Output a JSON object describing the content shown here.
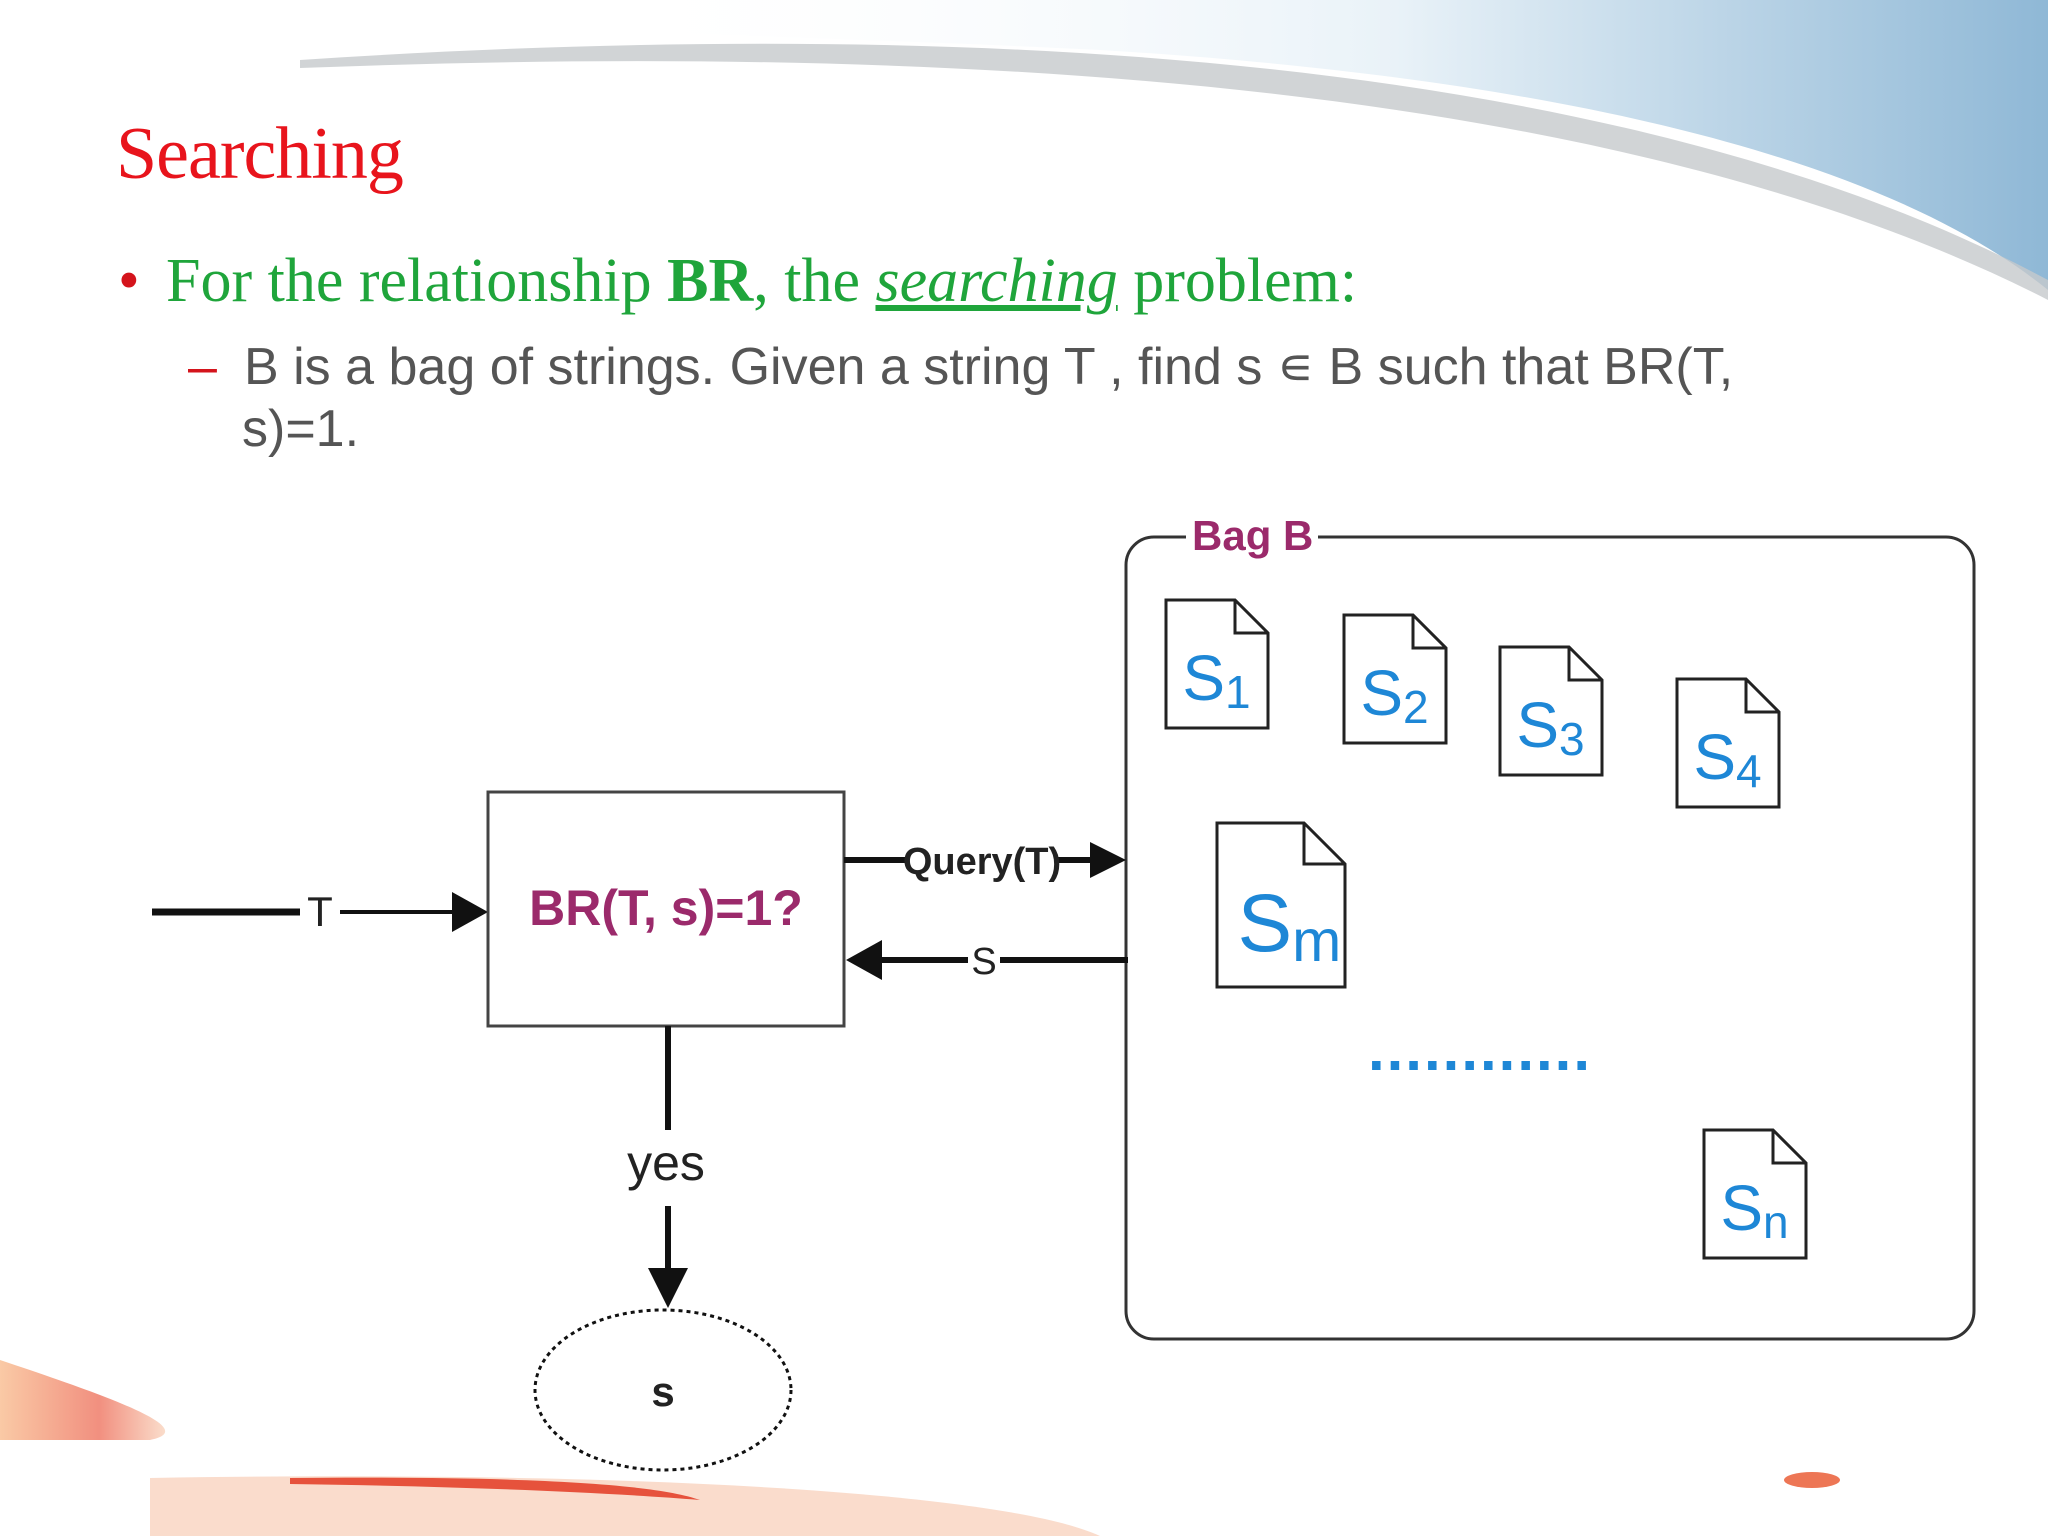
{
  "slide": {
    "title": "Searching",
    "bullet": {
      "prefix": "For the relationship ",
      "relation": "BR",
      "mid": ",  the ",
      "emphasis": "searching",
      "suffix": " problem:"
    },
    "sub_bullet": {
      "line1": "B is a bag of strings. Given a string T , find s ∊ B such that BR(T,",
      "line2": "s)=1."
    }
  },
  "diagram": {
    "input_label": "T",
    "decision_label": "BR(T, s)=1?",
    "query_label": "Query(T)",
    "return_label": "S",
    "yes_label": "yes",
    "output_label": "s",
    "bag_label": "Bag B",
    "ellipsis": "............",
    "documents": [
      {
        "letter": "S",
        "sub": "1"
      },
      {
        "letter": "S",
        "sub": "2"
      },
      {
        "letter": "S",
        "sub": "3"
      },
      {
        "letter": "S",
        "sub": "4"
      },
      {
        "letter": "S",
        "sub": "m"
      },
      {
        "letter": "S",
        "sub": "n"
      }
    ]
  },
  "colors": {
    "title": "#e8141c",
    "bullet": "#1fa53b",
    "sub_text": "#555555",
    "diagram_label": "#9b2a6b",
    "doc_text": "#1e87d6"
  }
}
